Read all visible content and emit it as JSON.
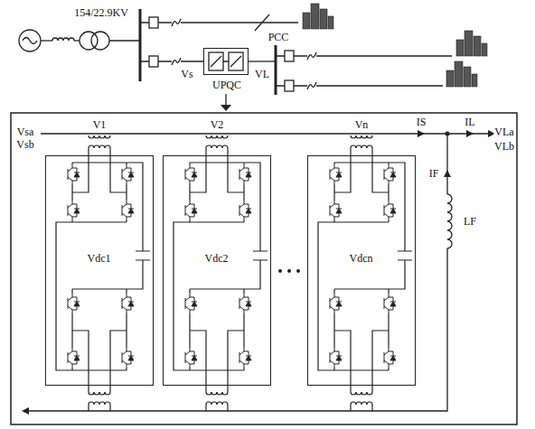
{
  "diagram": {
    "nodes": [
      {
        "text": [
          "UPQC"
        ]
      },
      {
        "text": [
          "Vdc1"
        ]
      },
      {
        "text": [
          "Vdc2"
        ]
      },
      {
        "text": [
          "Vdcn"
        ]
      }
    ],
    "labels": [
      "154/22.9KV",
      "Vs",
      "VL",
      "PCC",
      "Vsa",
      "Vsb",
      "V1",
      "V2",
      "Vn",
      "IS",
      "IL",
      "IF",
      "LF",
      "VLa",
      "VLb"
    ]
  }
}
